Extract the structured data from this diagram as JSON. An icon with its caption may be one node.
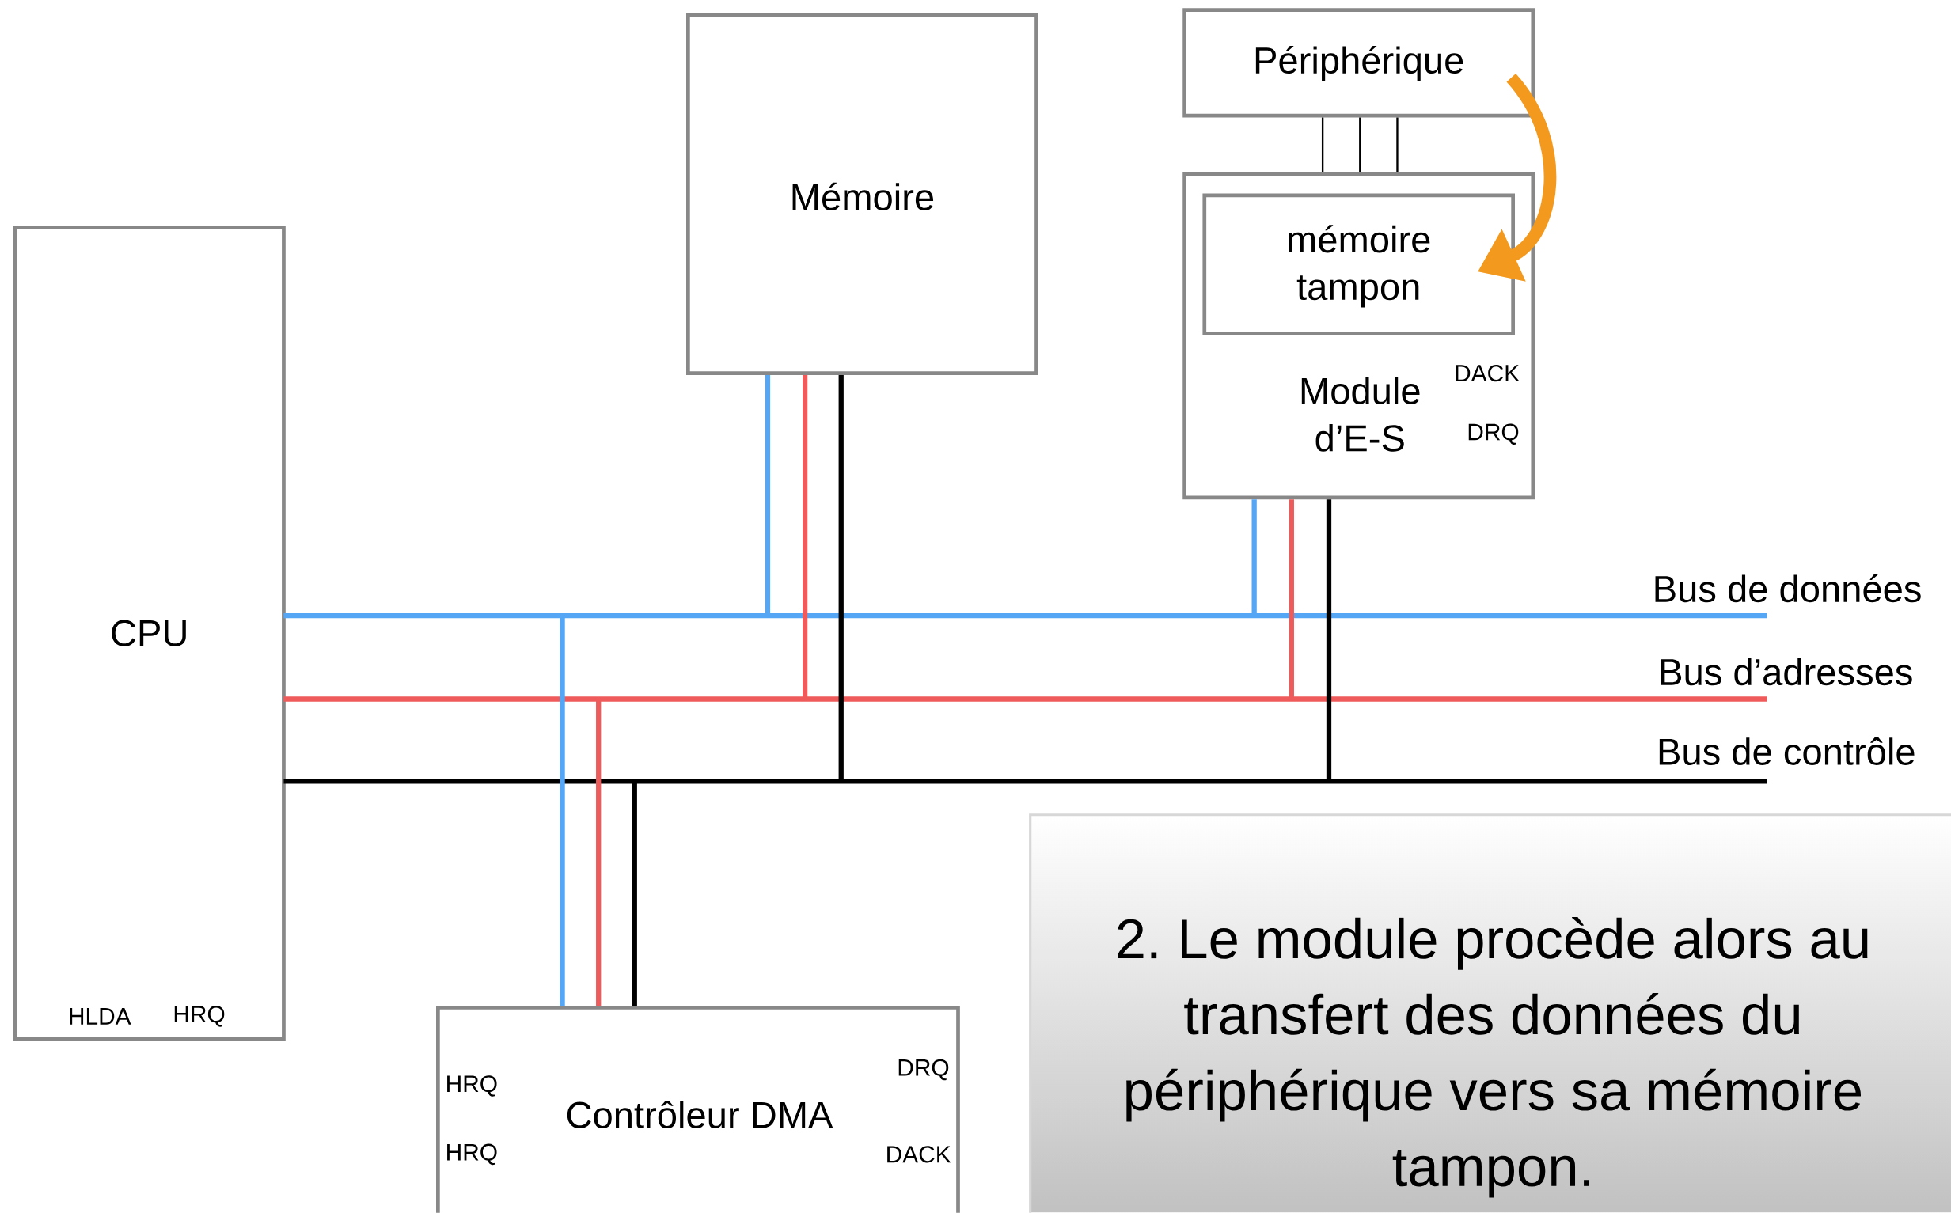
{
  "diagram": {
    "nodes": [
      {
        "text": [
          "CPU",
          "HLDA",
          "HRQ"
        ]
      },
      {
        "text": [
          "Mémoire"
        ]
      },
      {
        "text": [
          "Périphérique"
        ]
      },
      {
        "text": [
          "Module d’E-S",
          "DACK",
          "DRQ"
        ]
      },
      {
        "text": [
          "mémoire tampon"
        ],
        "in": 3
      },
      {
        "text": [
          "Contrôleur DMA",
          "DRQ",
          "HRQ",
          "HRQ",
          "DACK"
        ]
      },
      {
        "text": [
          "Bus de données"
        ]
      },
      {
        "text": [
          "Bus d’adresses"
        ]
      },
      {
        "text": [
          "Bus de contrôle"
        ]
      },
      {
        "text": [
          "2. Le module procède alors au transfert des données du périphérique vers sa mémoire tampon."
        ]
      }
    ],
    "edges": [
      {
        "from": 1,
        "to": 6,
        "arrow": "none",
        "color": "#55a7f5"
      },
      {
        "from": 1,
        "to": 7,
        "arrow": "none",
        "color": "#ef5b5b"
      },
      {
        "from": 1,
        "to": 8,
        "arrow": "none"
      },
      {
        "from": 3,
        "to": 6,
        "arrow": "none",
        "color": "#55a7f5"
      },
      {
        "from": 3,
        "to": 7,
        "arrow": "none",
        "color": "#ef5b5b"
      },
      {
        "from": 3,
        "to": 8,
        "arrow": "none"
      },
      {
        "from": 5,
        "to": 6,
        "arrow": "none",
        "color": "#55a7f5"
      },
      {
        "from": 5,
        "to": 7,
        "arrow": "none",
        "color": "#ef5b5b"
      },
      {
        "from": 5,
        "to": 8,
        "arrow": "none"
      },
      {
        "from": 2,
        "to": 3,
        "arrow": "none"
      },
      {
        "from": 2,
        "to": 3,
        "arrow": "none"
      },
      {
        "from": 2,
        "to": 3,
        "arrow": "none"
      },
      {
        "from": 2,
        "to": 4,
        "arrow": "to",
        "style": "thick",
        "color": "#f39a1e"
      }
    ]
  }
}
